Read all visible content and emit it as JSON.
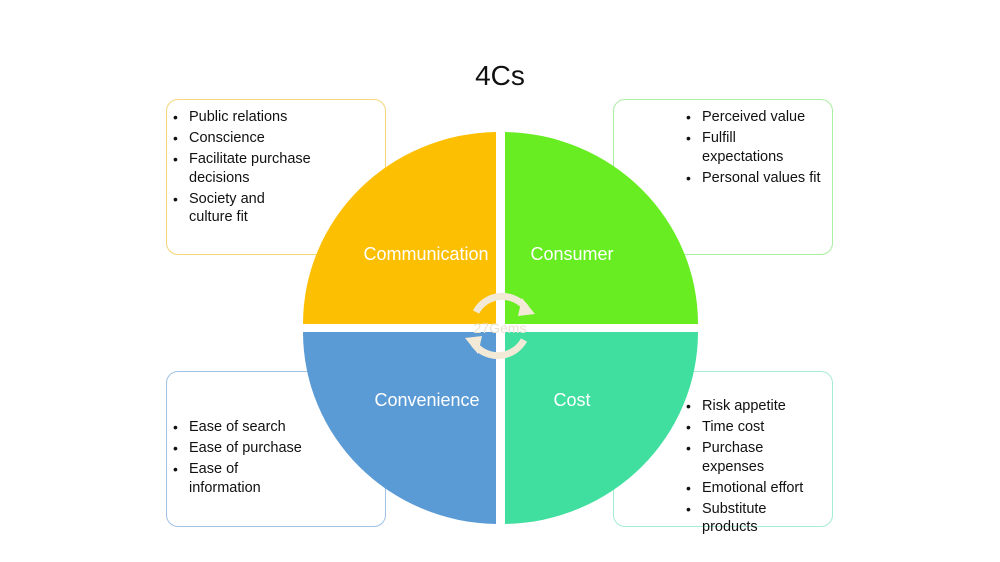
{
  "title": "4Cs",
  "watermark": "27Gems",
  "colors": {
    "communication": "#fdbf02",
    "consumer": "#68ec22",
    "convenience": "#5b9bd5",
    "cost": "#40df9f",
    "arrows": "#f2ead6"
  },
  "quadrants": {
    "communication": "Communication",
    "consumer": "Consumer",
    "convenience": "Convenience",
    "cost": "Cost"
  },
  "boxes": {
    "communication": {
      "items": [
        "Public relations",
        "Conscience",
        "Facilitate purchase decisions",
        "Society and culture fit"
      ]
    },
    "consumer": {
      "items": [
        "Perceived value",
        "Fulfill expectations",
        "Personal values fit"
      ]
    },
    "convenience": {
      "items": [
        "Ease of search",
        "Ease of purchase",
        "Ease of information"
      ]
    },
    "cost": {
      "items": [
        "Risk appetite",
        "Time cost",
        "Purchase expenses",
        "Emotional effort",
        "Substitute products"
      ]
    }
  },
  "icons": {
    "center": "cycle-arrows-icon"
  }
}
